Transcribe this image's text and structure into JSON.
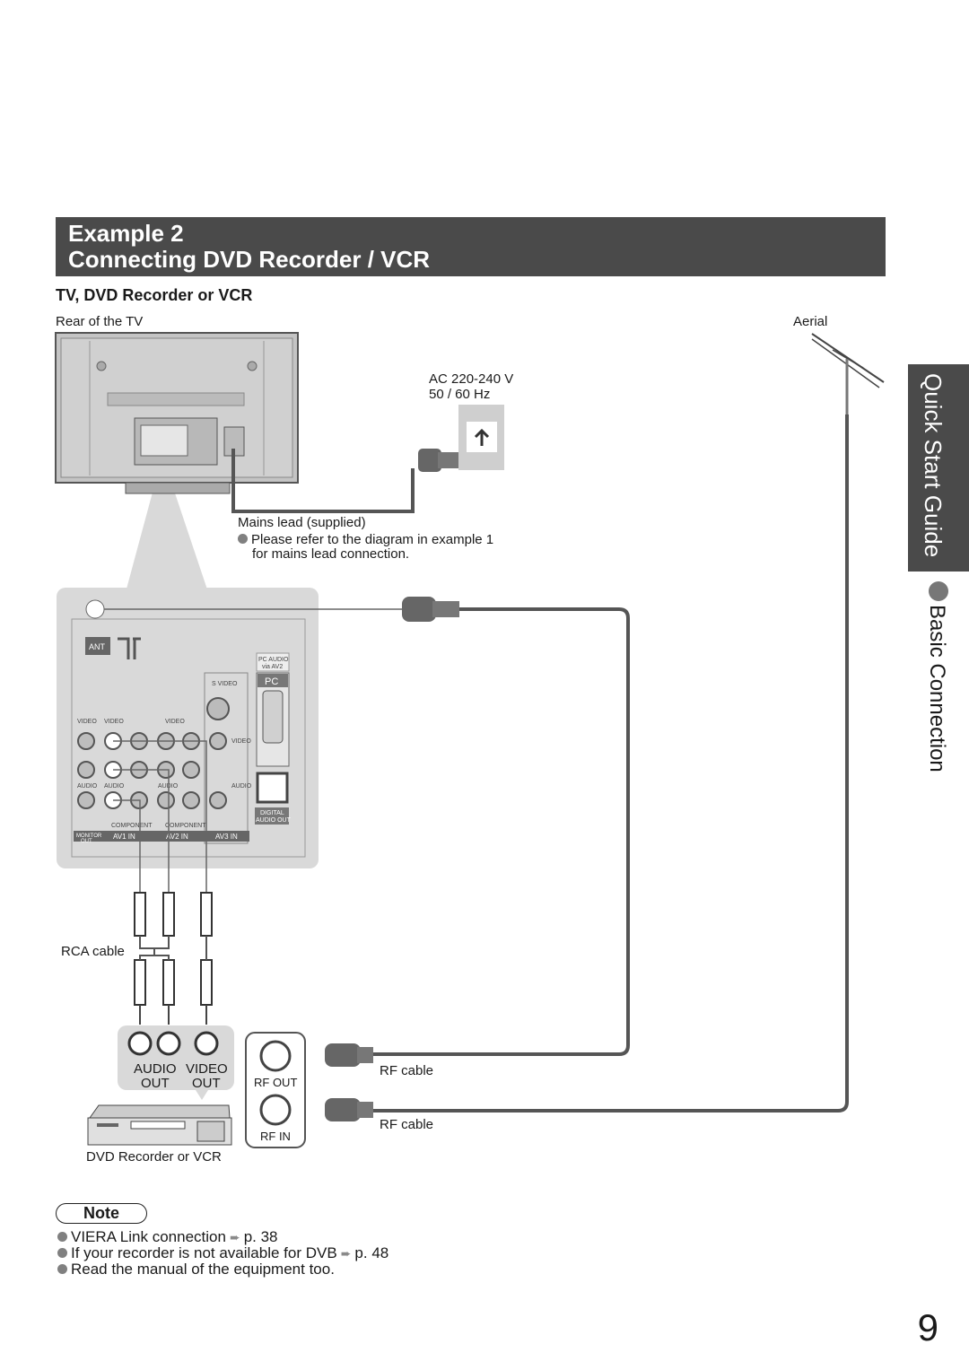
{
  "header": {
    "line1": "Example 2",
    "line2": "Connecting DVD Recorder / VCR"
  },
  "subheading": "TV, DVD Recorder or VCR",
  "labels": {
    "rear_of_tv": "Rear of the TV",
    "aerial": "Aerial",
    "ac_voltage": "AC 220-240 V",
    "ac_freq": "50 / 60 Hz",
    "mains_lead": "Mains lead (supplied)",
    "mains_note_1": "Please refer to the diagram in example 1",
    "mains_note_2": "for mains lead connection.",
    "rca_cable": "RCA cable",
    "rf_cable_1": "RF cable",
    "rf_cable_2": "RF cable",
    "audio_out_1": "AUDIO",
    "audio_out_2": "OUT",
    "video_out_1": "VIDEO",
    "video_out_2": "OUT",
    "rf_out": "RF OUT",
    "rf_in": "RF IN",
    "device": "DVD Recorder or VCR"
  },
  "panel": {
    "ant": "ANT",
    "pc_audio_1": "PC AUDIO",
    "pc_audio_2": "via AV2",
    "pc": "PC",
    "s_video": "S VIDEO",
    "video_a": "VIDEO",
    "video_b": "VIDEO",
    "video_c": "VIDEO",
    "video_d": "VIDEO",
    "audio_a": "AUDIO",
    "audio_b": "AUDIO",
    "audio_c": "AUDIO",
    "audio_d": "AUDIO",
    "component_1": "COMPONENT",
    "component_2": "COMPONENT",
    "digital_1": "DIGITAL",
    "digital_2": "AUDIO OUT",
    "monitor_1": "MONITOR",
    "monitor_2": "OUT",
    "av1": "AV1 IN",
    "av2": "AV2 IN",
    "av3": "AV3 IN"
  },
  "side_tab": {
    "title": "Quick Start Guide",
    "subtitle": "Basic Connection"
  },
  "note": {
    "title": "Note",
    "items": [
      {
        "text": "VIERA Link connection",
        "ref": "p. 38"
      },
      {
        "text": "If your recorder is not available for DVB",
        "ref": "p. 48"
      },
      {
        "text": "Read the manual of the equipment too.",
        "ref": ""
      }
    ]
  },
  "page_number": "9",
  "colors": {
    "header_band": "#4a4a4a",
    "cable": "#5a5a5a",
    "panel_bg": "#d9d9d9",
    "bullet": "#808080"
  },
  "icons": [
    "bullet-icon",
    "page-ref-arrow-icon",
    "wall-socket-icon",
    "aerial-icon"
  ]
}
